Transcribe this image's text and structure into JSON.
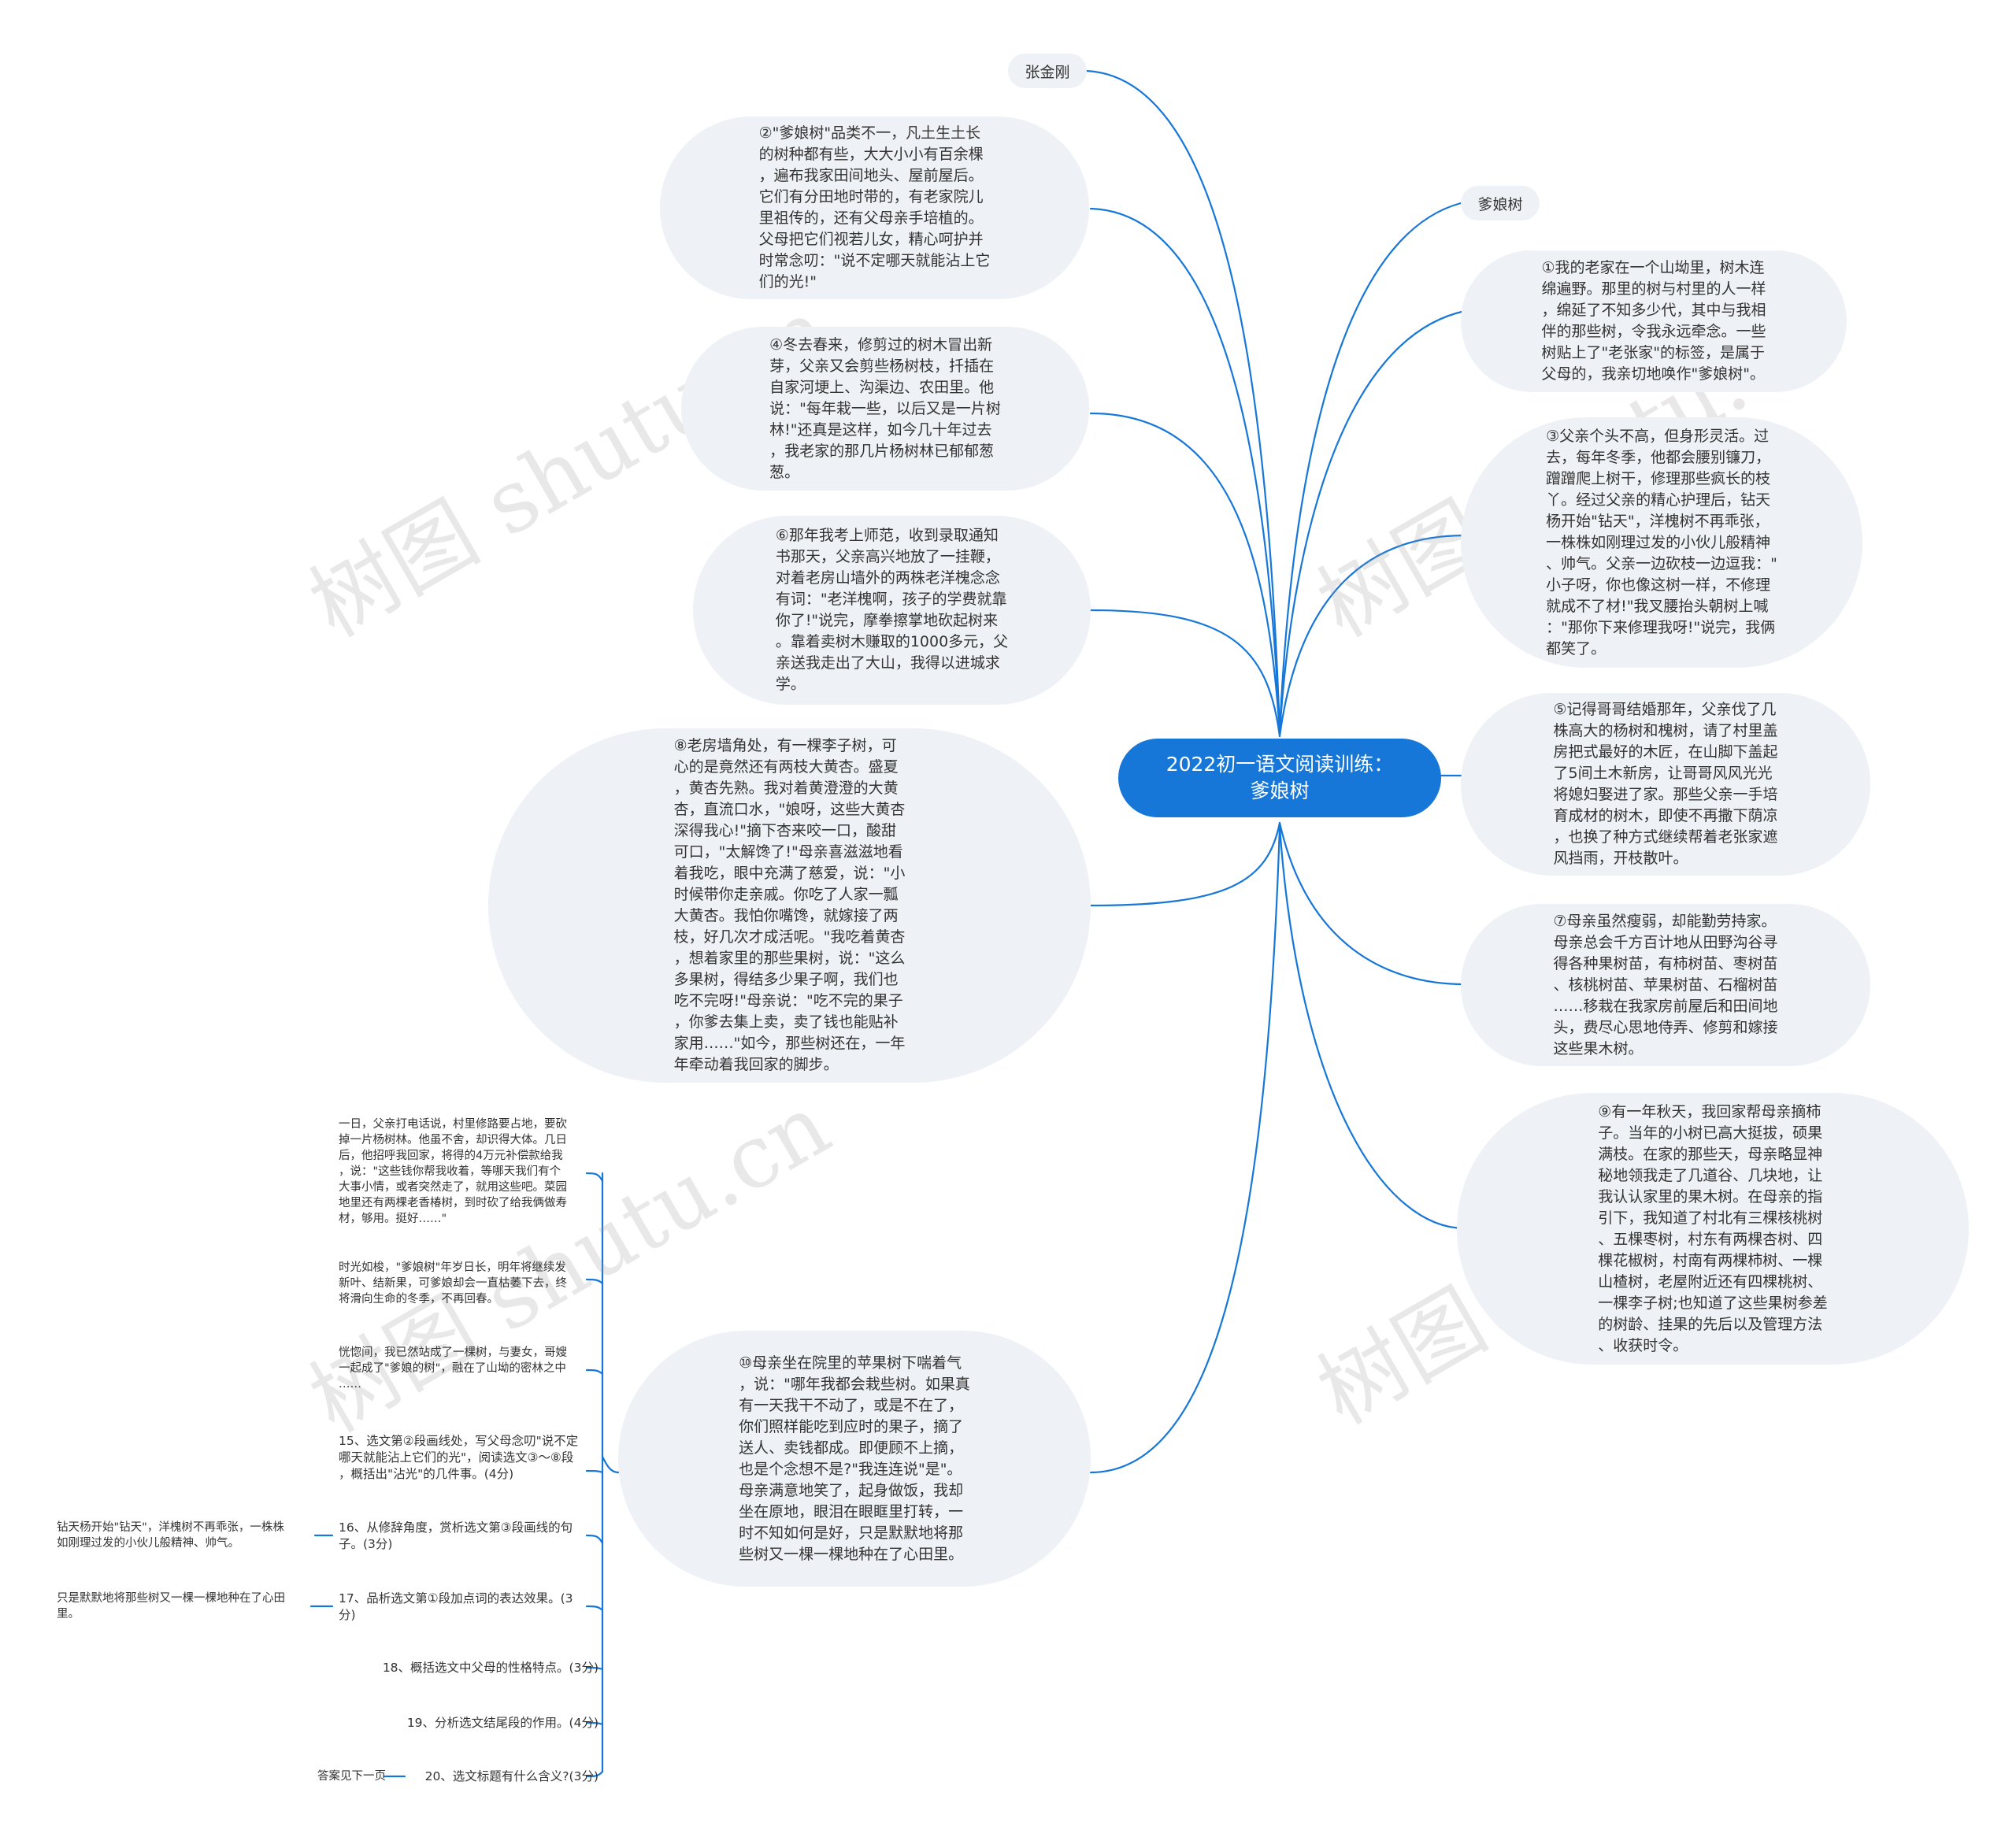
{
  "root": {
    "title": "2022初一语文阅读训练：\n爹娘树"
  },
  "tags": {
    "author": "张金刚",
    "title_tag": "爹娘树"
  },
  "paragraphs": {
    "p1": "①我的老家在一个山坳里，树木连\n绵遍野。那里的树与村里的人一样\n，绵延了不知多少代，其中与我相\n伴的那些树，令我永远牵念。一些\n树贴上了\"老张家\"的标签，是属于\n父母的，我亲切地唤作\"爹娘树\"。",
    "p2": "②\"爹娘树\"品类不一，凡土生土长\n的树种都有些，大大小小有百余棵\n，遍布我家田间地头、屋前屋后。\n它们有分田地时带的，有老家院儿\n里祖传的，还有父母亲手培植的。\n父母把它们视若儿女，精心呵护并\n时常念叨：\"说不定哪天就能沾上它\n们的光!\"",
    "p3": "③父亲个头不高，但身形灵活。过\n去，每年冬季，他都会腰别镰刀，\n蹭蹭爬上树干，修理那些疯长的枝\n丫。经过父亲的精心护理后，钻天\n杨开始\"钻天\"，洋槐树不再乖张，\n一株株如刚理过发的小伙儿般精神\n、帅气。父亲一边砍枝一边逗我：\"\n小子呀，你也像这树一样，不修理\n就成不了材!\"我叉腰抬头朝树上喊\n：\"那你下来修理我呀!\"说完，我俩\n都笑了。",
    "p4": "④冬去春来，修剪过的树木冒出新\n芽，父亲又会剪些杨树枝，扦插在\n自家河埂上、沟渠边、农田里。他\n说：\"每年栽一些，以后又是一片树\n林!\"还真是这样，如今几十年过去\n，我老家的那几片杨树林已郁郁葱\n葱。",
    "p5": "⑤记得哥哥结婚那年，父亲伐了几\n株高大的杨树和槐树，请了村里盖\n房把式最好的木匠，在山脚下盖起\n了5间土木新房，让哥哥风风光光\n将媳妇娶进了家。那些父亲一手培\n育成材的树木，即使不再撒下荫凉\n，也换了种方式继续帮着老张家遮\n风挡雨，开枝散叶。",
    "p6": "⑥那年我考上师范，收到录取通知\n书那天，父亲高兴地放了一挂鞭，\n对着老房山墙外的两株老洋槐念念\n有词：\"老洋槐啊，孩子的学费就靠\n你了!\"说完，摩拳擦掌地砍起树来\n。靠着卖树木赚取的1000多元，父\n亲送我走出了大山，我得以进城求\n学。",
    "p7": "⑦母亲虽然瘦弱，却能勤劳持家。\n母亲总会千方百计地从田野沟谷寻\n得各种果树苗，有柿树苗、枣树苗\n、核桃树苗、苹果树苗、石榴树苗\n……移栽在我家房前屋后和田间地\n头，费尽心思地侍弄、修剪和嫁接\n这些果木树。",
    "p8": "⑧老房墙角处，有一棵李子树，可\n心的是竟然还有两枝大黄杏。盛夏\n，黄杏先熟。我对着黄澄澄的大黄\n杏，直流口水，\"娘呀，这些大黄杏\n深得我心!\"摘下杏来咬一口，酸甜\n可口，\"太解馋了!\"母亲喜滋滋地看\n着我吃，眼中充满了慈爱，说：\"小\n时候带你走亲戚。你吃了人家一瓢\n大黄杏。我怕你嘴馋，就嫁接了两\n枝，好几次才成活呢。\"我吃着黄杏\n，想着家里的那些果树，说：\"这么\n多果树，得结多少果子啊，我们也\n吃不完呀!\"母亲说：\"吃不完的果子\n，你爹去集上卖，卖了钱也能贴补\n家用……\"如今，那些树还在，一年\n年牵动着我回家的脚步。",
    "p9": "⑨有一年秋天，我回家帮母亲摘柿\n子。当年的小树已高大挺拔，硕果\n满枝。在家的那些天，母亲略显神\n秘地领我走了几道谷、几块地，让\n我认认家里的果木树。在母亲的指\n引下，我知道了村北有三棵核桃树\n、五棵枣树，村东有两棵杏树、四\n棵花椒树，村南有两棵柿树、一棵\n山楂树，老屋附近还有四棵桃树、\n一棵李子树;也知道了这些果树参差\n的树龄、挂果的先后以及管理方法\n、收获时令。",
    "p10": "⑩母亲坐在院里的苹果树下喘着气\n，说：\"哪年我都会栽些树。如果真\n有一天我干不动了，或是不在了，\n你们照样能吃到应时的果子，摘了\n送人、卖钱都成。即便顾不上摘，\n也是个念想不是?\"我连连说\"是\"。\n母亲满意地笑了，起身做饭，我却\n坐在原地，眼泪在眼眶里打转，一\n时不知如何是好，只是默默地将那\n些树又一棵一棵地种在了心田里。"
  },
  "tail": {
    "t1": "一日，父亲打电话说，村里修路要占地，要砍\n掉一片杨树林。他虽不舍，却识得大体。几日\n后，他招呼我回家，将得的4万元补偿款给我\n，说：\"这些钱你帮我收着，等哪天我们有个\n大事小情，或者突然走了，就用这些吧。菜园\n地里还有两棵老香椿树，到时砍了给我俩做寿\n材，够用。挺好……\"",
    "t2": "时光如梭，\"爹娘树\"年岁日长，明年将继续发\n新叶、结新果，可爹娘却会一直枯萎下去，终\n将滑向生命的冬季，不再回春。",
    "t3": "恍惚间，我已然站成了一棵树，与妻女，哥嫂\n一起成了\"爹娘的树\"，融在了山坳的密林之中\n……"
  },
  "questions": {
    "q15": "15、选文第②段画线处，写父母念叨\"说不定\n哪天就能沾上它们的光\"，阅读选文③～⑧段\n，概括出\"沾光\"的几件事。(4分)",
    "q16": "16、从修辞角度，赏析选文第③段画线的句\n子。(3分)",
    "q17": "17、品析选文第①段加点词的表达效果。(3\n分)",
    "q18": "18、概括选文中父母的性格特点。(3分)",
    "q19": "19、分析选文结尾段的作用。(4分)",
    "q20": "20、选文标题有什么含义?(3分)"
  },
  "answers": {
    "a16": "钻天杨开始\"钻天\"，洋槐树不再乖张，一株株\n如刚理过发的小伙儿般精神、帅气。",
    "a17": "只是默默地将那些树又一棵一棵地种在了心田\n里。",
    "a20": "答案见下一页"
  },
  "watermark": "树图 shutu.cn",
  "colors": {
    "root_fill": "#1677d8",
    "line": "#1677d8",
    "bubble": "#eef1f5",
    "text": "#333333"
  }
}
